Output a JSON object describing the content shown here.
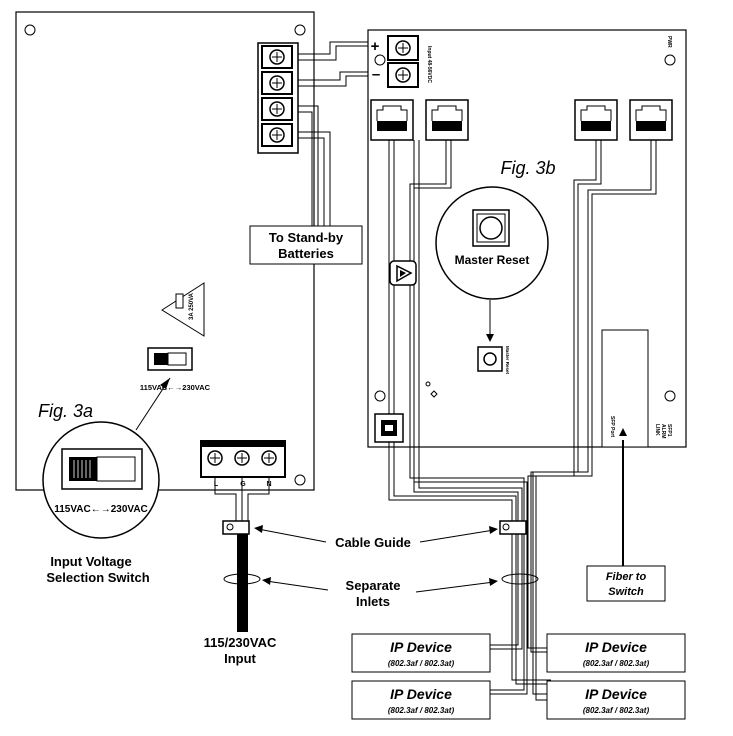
{
  "labels": {
    "fig3a": "Fig. 3a",
    "fig3b": "Fig. 3b",
    "standby_line1": "To Stand-by",
    "standby_line2": "Batteries",
    "master_reset": "Master Reset",
    "master_reset_small": "Master Reset",
    "switch_small": "115VAC←→230VAC",
    "switch_big": "115VAC←→230VAC",
    "input_voltage_line1": "Input Voltage",
    "input_voltage_line2": "Selection Switch",
    "cable_guide": "Cable Guide",
    "separate_line1": "Separate",
    "separate_line2": "Inlets",
    "ac_input_line1": "115/230VAC",
    "ac_input_line2": "Input",
    "fiber_line1": "Fiber to",
    "fiber_line2": "Switch",
    "terminal_l": "L",
    "terminal_g": "G",
    "terminal_n": "N",
    "plus": "+",
    "minus": "–",
    "fuse": "3A 250VA",
    "input_dc": "Input 48-56VDC",
    "pwr": "PWR",
    "sfp_port": "SFP Port",
    "sfp1": "SFP1",
    "alarm": "ALRM",
    "sfp_link": "LINK"
  },
  "ip_devices": [
    {
      "name": "IP Device",
      "spec": "(802.3af / 802.3at)"
    },
    {
      "name": "IP Device",
      "spec": "(802.3af / 802.3at)"
    },
    {
      "name": "IP Device",
      "spec": "(802.3af / 802.3at)"
    },
    {
      "name": "IP Device",
      "spec": "(802.3af / 802.3at)"
    }
  ]
}
